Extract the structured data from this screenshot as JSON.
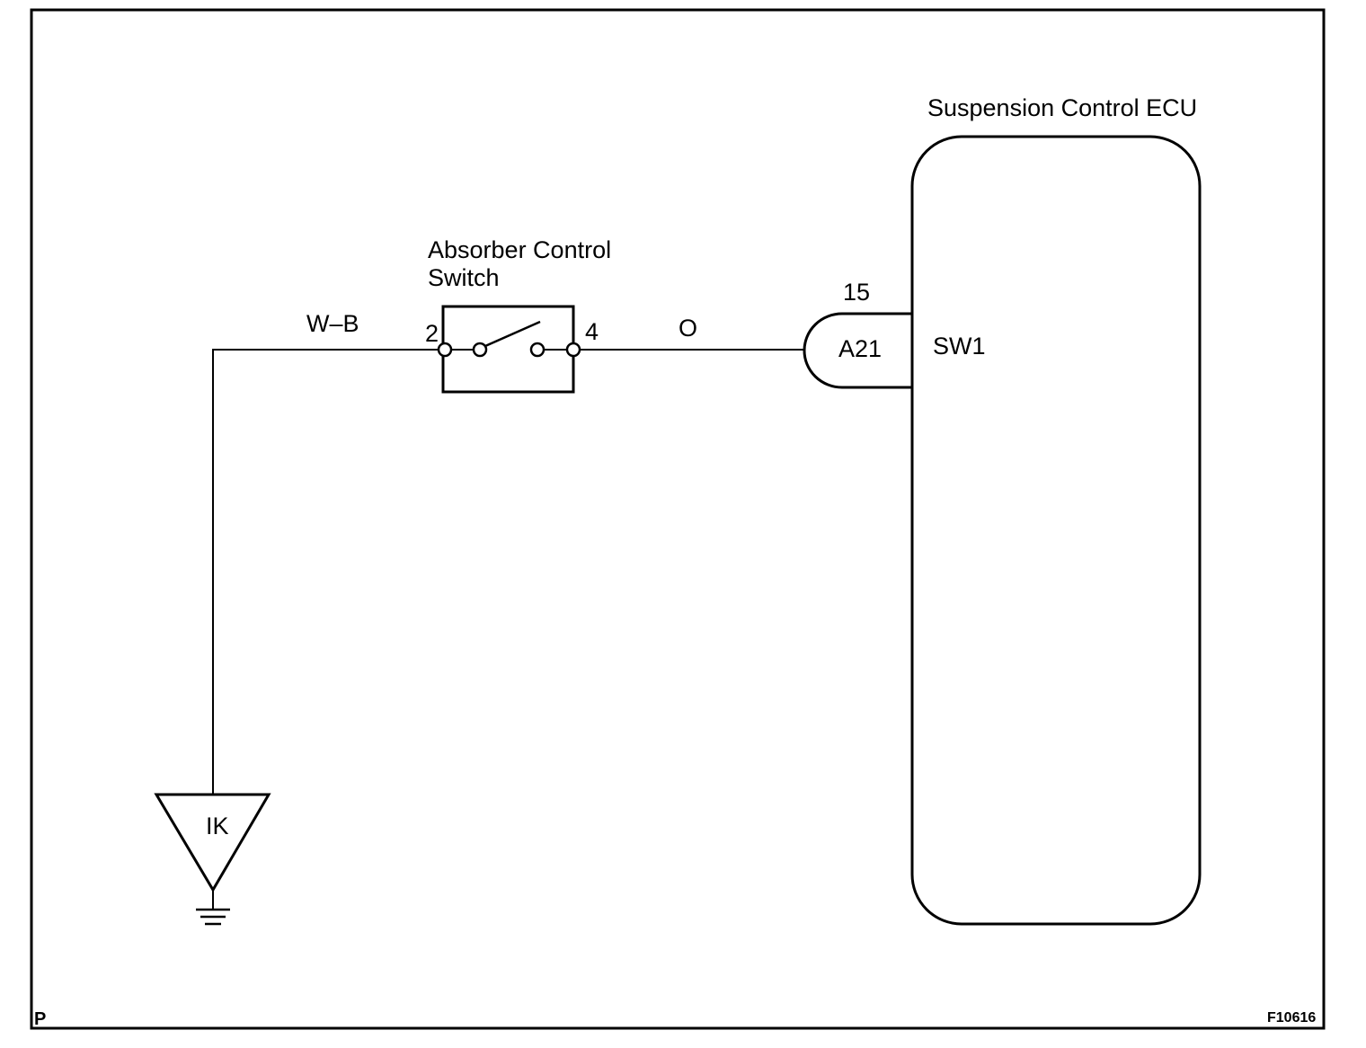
{
  "ecu": {
    "title": "Suspension Control ECU",
    "terminal": "SW1"
  },
  "switch": {
    "title_line1": "Absorber Control",
    "title_line2": "Switch",
    "pin_in": "2",
    "pin_out": "4"
  },
  "wires": {
    "ground_wire_color": "W–B",
    "signal_wire_color": "O"
  },
  "connector": {
    "code": "A21",
    "pin": "15"
  },
  "ground": {
    "code": "IK"
  },
  "corner": {
    "left_mark": "P",
    "figure_id": "F10616"
  }
}
